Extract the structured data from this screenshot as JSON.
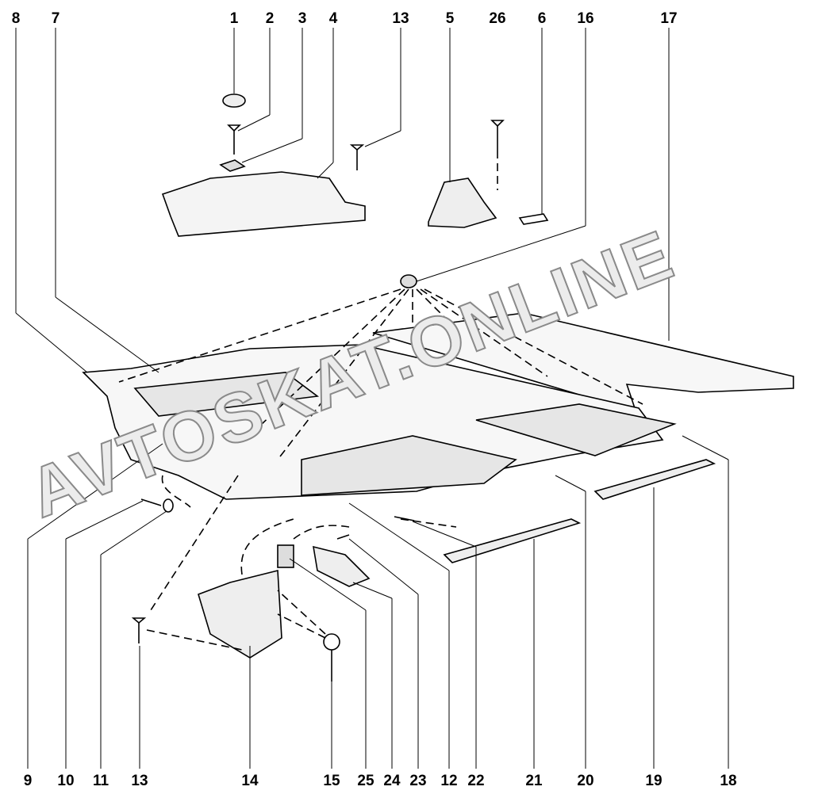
{
  "diagram": {
    "watermark": "AVTOSKAT.ONLINE",
    "top_callouts": [
      "8",
      "7",
      "1",
      "2",
      "3",
      "4",
      "13",
      "5",
      "26",
      "6",
      "16",
      "17"
    ],
    "bottom_callouts": [
      "9",
      "10",
      "11",
      "13",
      "14",
      "15",
      "25",
      "24",
      "23",
      "12",
      "22",
      "21",
      "20",
      "19",
      "18"
    ]
  }
}
